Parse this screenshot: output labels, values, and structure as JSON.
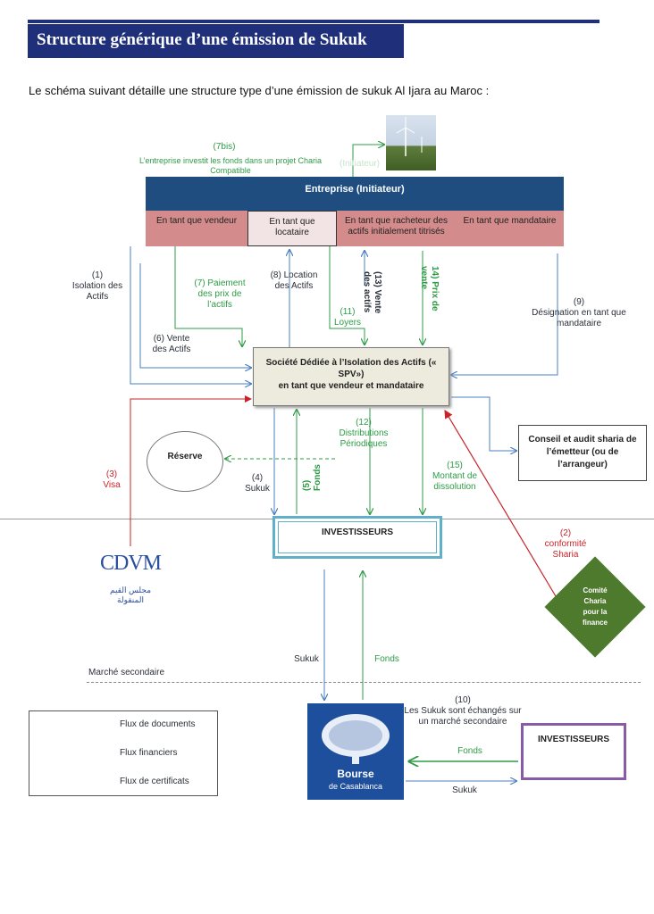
{
  "title": "Structure générique d’une émission de Sukuk",
  "intro": "Le schéma suivant détaille une structure  type d’une émission de sukuk Al Ijara au Maroc :",
  "colors": {
    "title_bg": "#1f2f7a",
    "header": "#1f4d80",
    "role": "#d48b8b",
    "green": "#2e9b46",
    "red": "#c7242a",
    "blue_arrow": "#4a7fc1"
  },
  "enterprise": {
    "header": "Entreprise (Initiateur)",
    "roles": [
      "En tant que vendeur",
      "En tant que locataire",
      "En tant que racheteur des actifs initialement titrisés",
      "En tant que mandataire"
    ]
  },
  "initiator_ghost": "(Initiateur)",
  "step7bis": {
    "num": "(7bis)",
    "text": "L’entreprise investit les fonds dans un projet Charia Compatible"
  },
  "spv": "Société Dédiée à l’Isolation des Actifs (« SPV»)\nen tant que vendeur et mandataire",
  "flows": {
    "f1": "(1)\nIsolation des\nActifs",
    "f6": "(6) Vente\ndes Actifs",
    "f7": "(7) Paiement\ndes prix de\nl’actifs",
    "f8": "(8) Location\ndes Actifs",
    "f11": "(11)\nLoyers",
    "f13": "(13) Vente\ndes actifs",
    "f14": "14) Prix de\nvente",
    "f9": "(9)\nDésignation en tant que\nmandataire",
    "f12": "(12)\nDistributions\nPériodiques",
    "f4": "(4)\nSukuk",
    "f5": "(5)\nFonds",
    "f15": "(15)\nMontant de\ndissolution",
    "f3": "(3)\nVisa",
    "f2": "(2)\nconformité\nSharia",
    "f10": "(10)\nLes Sukuk sont échangés sur\nun marché secondaire",
    "sukuk_down": "Sukuk",
    "fonds_up": "Fonds",
    "fonds_sec": "Fonds",
    "sukuk_sec": "Sukuk"
  },
  "reserve": "Réserve",
  "conseil": "Conseil et audit sharia de\nl’émetteur (ou de l’arrangeur)",
  "investors_main": "INVESTISSEURS",
  "investors_secondary": "INVESTISSEURS",
  "comite": "Comité\nCharia\npour la\nfinance",
  "cdvm": {
    "logo": "CDVM",
    "arabic": "مجلس القيم المنقولة"
  },
  "bourse": {
    "line1": "Bourse",
    "line2": "de Casablanca"
  },
  "marche_secondaire": "Marché secondaire",
  "legend": [
    {
      "label": "Flux de documents",
      "color": "#4a7fc1"
    },
    {
      "label": "Flux financiers",
      "color": "#2e9b46"
    },
    {
      "label": "Flux de certificats",
      "color": "#c7242a"
    }
  ]
}
